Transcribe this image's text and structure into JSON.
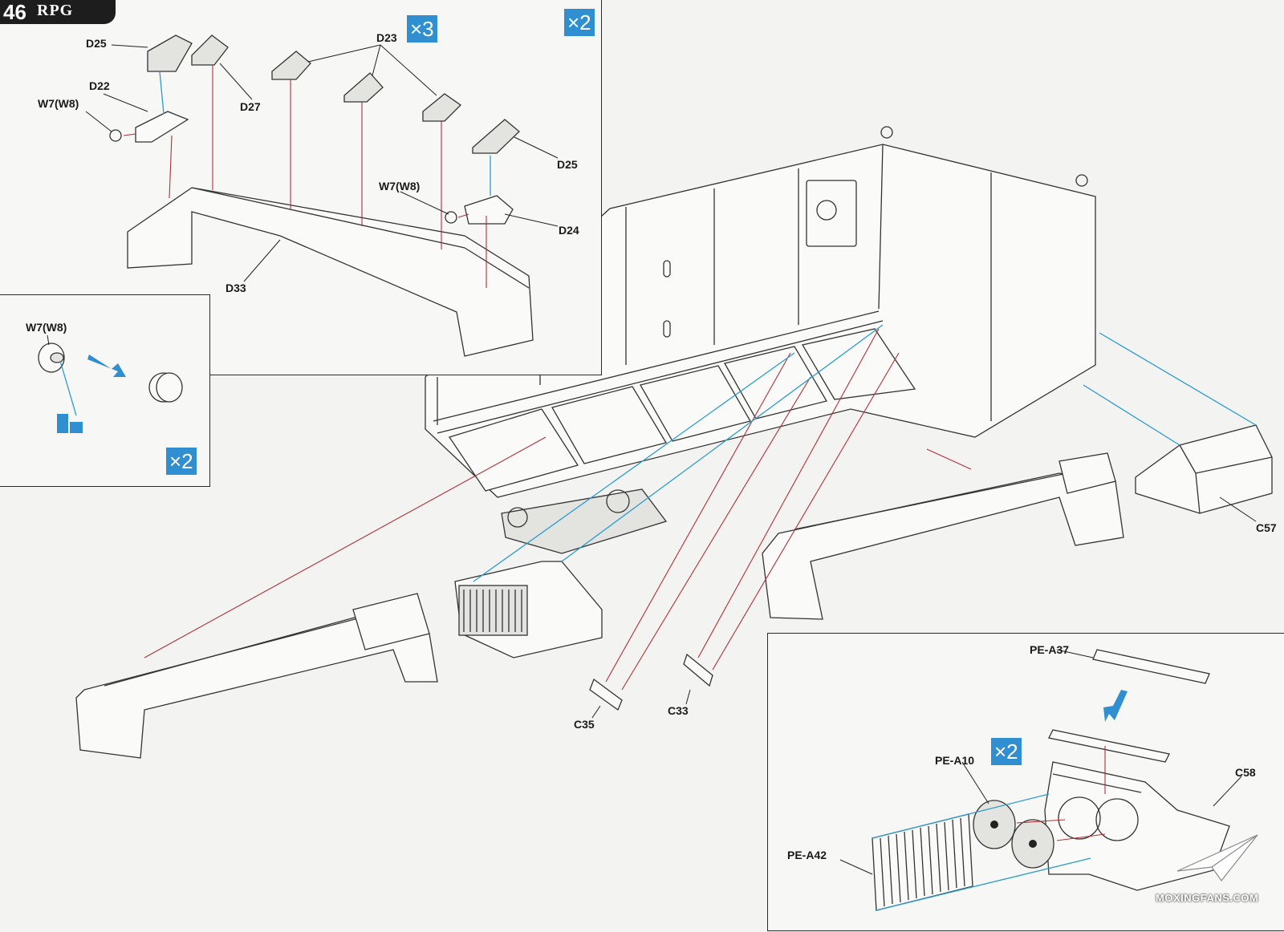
{
  "header": {
    "page_number": "46",
    "brand": "RPG"
  },
  "watermark": "MOXINGFANS.COM",
  "insets": {
    "top": {
      "labels": [
        "D25",
        "D22",
        "W7(W8)",
        "D27",
        "D23",
        "D25",
        "W7(W8)",
        "D24",
        "D33"
      ],
      "multipliers": [
        "×3",
        "×2"
      ]
    },
    "left": {
      "labels": [
        "W7(W8)"
      ],
      "multipliers": [
        "×2"
      ]
    },
    "bottom_right": {
      "labels": [
        "PE-A37",
        "PE-A10",
        "C58",
        "PE-A42"
      ],
      "multipliers": [
        "×2"
      ]
    }
  },
  "main": {
    "labels": [
      "C57",
      "C35",
      "C33"
    ]
  }
}
